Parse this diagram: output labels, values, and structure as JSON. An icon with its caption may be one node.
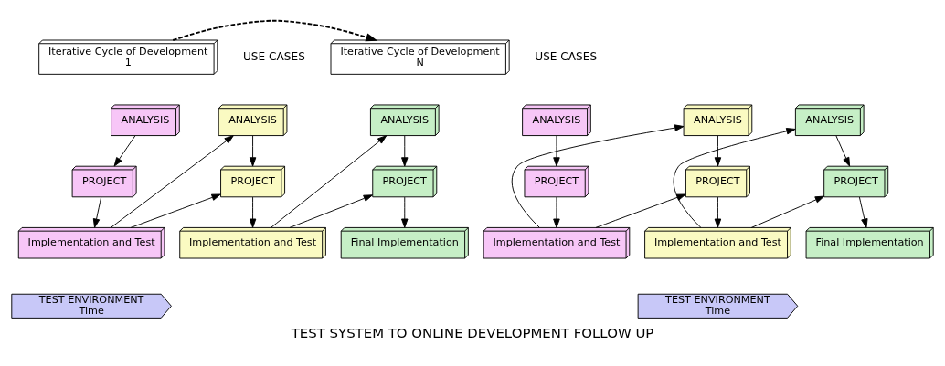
{
  "diagram": {
    "caption": "TEST SYSTEM TO ONLINE DEVELOPMENT FOLLOW UP",
    "nodes": [
      {
        "text": [
          "Iterative Cycle of Development",
          "1"
        ]
      },
      {
        "text": [
          "ANALYSIS"
        ]
      },
      {
        "text": [
          "PROJECT"
        ]
      },
      {
        "text": [
          "Implementation and Test"
        ]
      },
      {
        "text": [
          "ANALYSIS"
        ]
      },
      {
        "text": [
          "PROJECT"
        ]
      },
      {
        "text": [
          "Implementation and Test"
        ]
      },
      {
        "text": [
          "ANALYSIS"
        ]
      },
      {
        "text": [
          "PROJECT"
        ]
      },
      {
        "text": [
          "Final Implementation"
        ]
      },
      {
        "text": [
          "Iterative Cycle of Development",
          "N"
        ]
      },
      {
        "text": [
          "ANALYSIS"
        ]
      },
      {
        "text": [
          "PROJECT"
        ]
      },
      {
        "text": [
          "Implementation and Test"
        ]
      },
      {
        "text": [
          "ANALYSIS"
        ]
      },
      {
        "text": [
          "PROJECT"
        ]
      },
      {
        "text": [
          "Implementation and Test"
        ]
      },
      {
        "text": [
          "ANALYSIS"
        ]
      },
      {
        "text": [
          "PROJECT"
        ]
      },
      {
        "text": [
          "Final Implementation"
        ]
      },
      {
        "text": [
          "TEST ENVIRONMENT",
          "Time"
        ]
      },
      {
        "text": [
          "TEST ENVIRONMENT",
          "Time"
        ]
      }
    ],
    "edges": [
      {
        "from": 0,
        "to": 10,
        "arrow": "to",
        "style": "dashed"
      },
      {
        "from": 1,
        "to": 2,
        "arrow": "to"
      },
      {
        "from": 2,
        "to": 3,
        "arrow": "to"
      },
      {
        "from": 3,
        "to": 4,
        "arrow": "to"
      },
      {
        "from": 3,
        "to": 5,
        "arrow": "to"
      },
      {
        "from": 4,
        "to": 5,
        "arrow": "to"
      },
      {
        "from": 5,
        "to": 6,
        "arrow": "to"
      },
      {
        "from": 6,
        "to": 7,
        "arrow": "to"
      },
      {
        "from": 6,
        "to": 8,
        "arrow": "to"
      },
      {
        "from": 7,
        "to": 8,
        "arrow": "to"
      },
      {
        "from": 8,
        "to": 9,
        "arrow": "to"
      },
      {
        "from": 11,
        "to": 12,
        "arrow": "to"
      },
      {
        "from": 12,
        "to": 13,
        "arrow": "to"
      },
      {
        "from": 13,
        "to": 14,
        "arrow": "to"
      },
      {
        "from": 13,
        "to": 15,
        "arrow": "to"
      },
      {
        "from": 14,
        "to": 15,
        "arrow": "to"
      },
      {
        "from": 15,
        "to": 16,
        "arrow": "to"
      },
      {
        "from": 16,
        "to": 17,
        "arrow": "to"
      },
      {
        "from": 16,
        "to": 18,
        "arrow": "to"
      },
      {
        "from": 17,
        "to": 18,
        "arrow": "to"
      },
      {
        "from": 18,
        "to": 19,
        "arrow": "to"
      }
    ],
    "labels": [
      "USE CASES",
      "USE CASES"
    ]
  }
}
